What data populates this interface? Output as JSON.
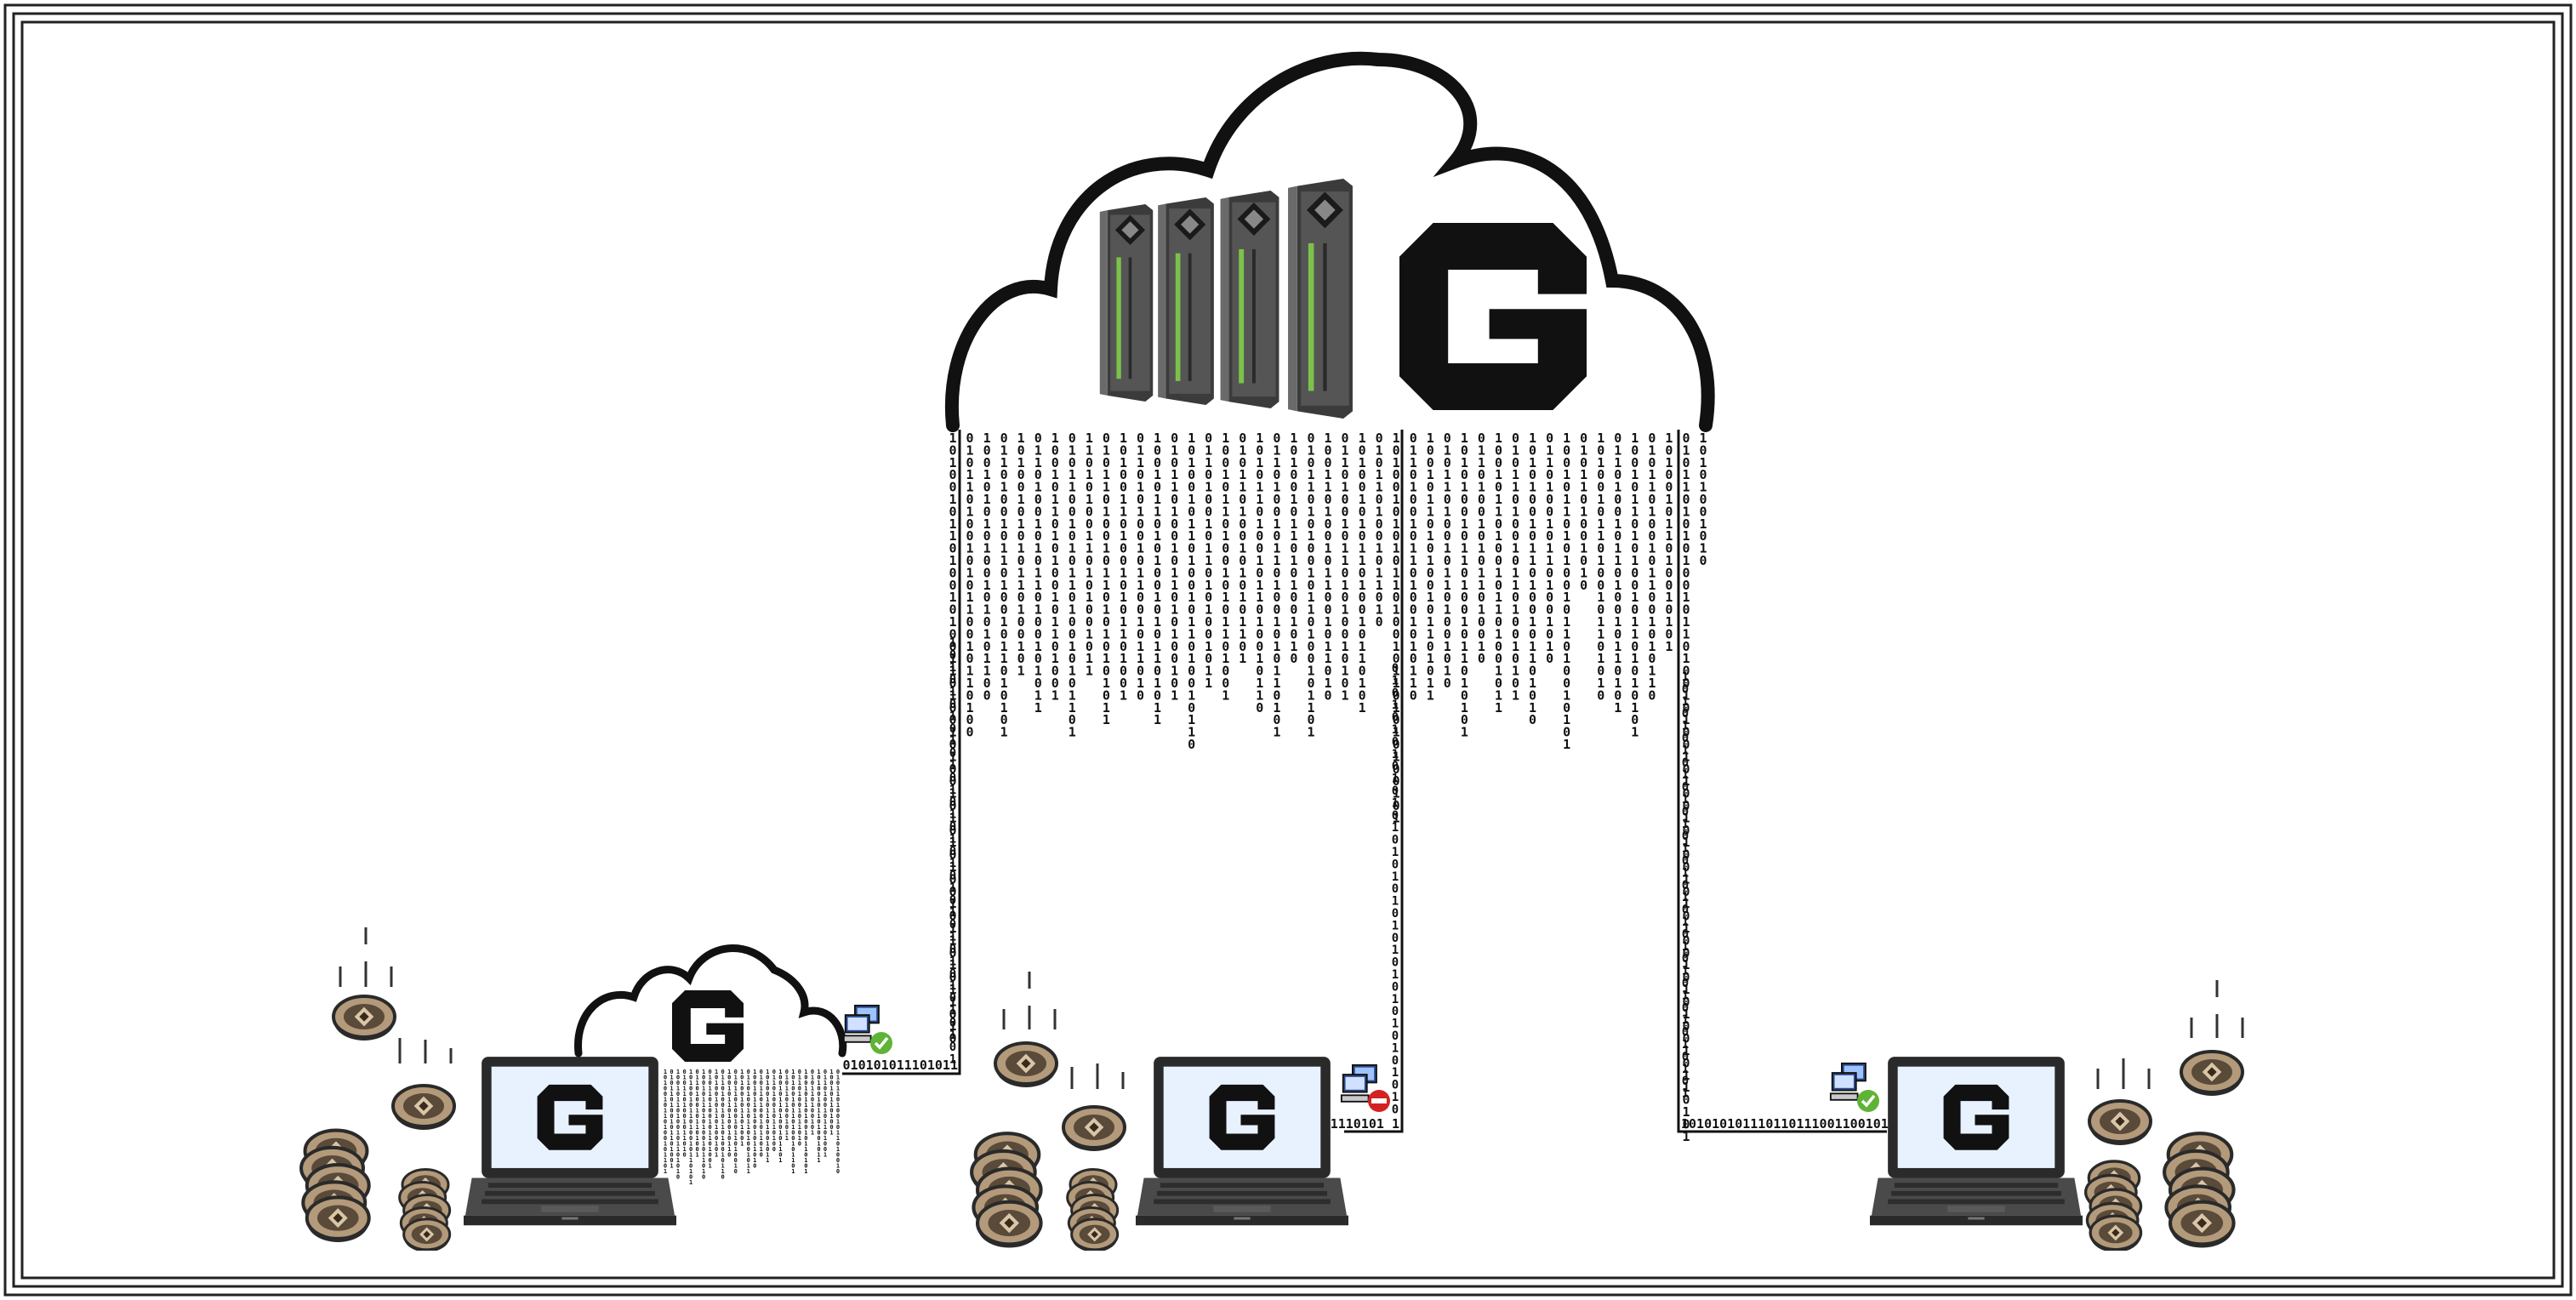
{
  "logo_letter": "G",
  "cloud_logo_letter": "G",
  "colors": {
    "outline": "#111111",
    "screen": "#e8f2ff",
    "laptop_body": "#3a3a3a",
    "server_body": "#4a4a4a",
    "server_stripe": "#7cc24a",
    "coin_fill": "#b39a7a",
    "coin_edge": "#2a2a2a",
    "status_ok": "#5fb336",
    "status_blocked": "#d32222"
  },
  "cloud_streams": [
    "10100101101001010011010010100101010100101101011010",
    "0101101001010110010110100",
    "1001010101001010101100",
    "0110100101101001011010101",
    "10100101010110100101",
    "01101001010110100101011",
    "1001011010100101101001",
    "0101100101011010010101101",
    "11010100110101001011",
    "010110100101101010101011",
    "1010011010010101101001",
    "0110101001011001011010",
    "100101101010010101101011",
    "0101101001011010100101",
    "10100101101001011010010110",
    "011010010110101001011",
    "1001011010010101101001",
    "0101101001010101101",
    "10101101001011010010110",
    "0110100101101001010110101",
    "1010010110101001010",
    "0101101010010110100101101",
    "1001101001011001011010",
    "0110100101101010010101",
    "10100101011010010110101",
    "0101101001011010",
    "10100101010110100101101010100101",
    "0110100101101001010110",
    "1001011010100101101011",
    "010110100101101001010",
    "1010100101101001011010101",
    "0110100101011010010",
    "10010110100101101001011",
    "0101101001011010010101",
    "101010010110100101101010",
    "0110100101101001010",
    "10010110101001011010010101",
    "0101101001010",
    "1010010110100101101010",
    "01101001011010010110101",
    "1001011010100101101010101",
    "0101101001011001010110",
    "101001011010010101",
    "0101101010100101101001010010100101001010100101010010110101",
    "10101001010"
  ],
  "small_cloud_streams": [
    "1010010110100101101",
    "010110100101101001",
    "10010110100101101010",
    "0101101001011010",
    "101001011010010110101",
    "0110100101101001",
    "10010110101001011010",
    "010110100101101001",
    "1010010110100101",
    "01101001011010010110",
    "1001011010010110",
    "0101101001011010010",
    "10100101101001",
    "0110100101101001011",
    "100101101001011010",
    "0101101001011010",
    "10100101101001011",
    "011010010110100",
    "10010110100101101",
    "0101101001011",
    "1010010110100101101",
    "01101001011010",
    "1001011010010110101",
    "010110100101",
    "10100101101001011",
    "0110100101101001",
    "100101101001",
    "0101101001011010010"
  ],
  "link_left_vertical": "10101010101010101010101010101010101",
  "link_left_horizontal": "010101011101011",
  "link_middle_vertical": "0101010101010101010101010101010101010",
  "link_middle_horizontal": "1110101 1",
  "link_right_vertical": "10101010101010101010101010101010101",
  "link_right_horizontal": "10101010111011011100110010101",
  "clients": [
    {
      "name": "left",
      "status": "ok"
    },
    {
      "name": "middle",
      "status": "blocked"
    },
    {
      "name": "right",
      "status": "ok"
    }
  ]
}
